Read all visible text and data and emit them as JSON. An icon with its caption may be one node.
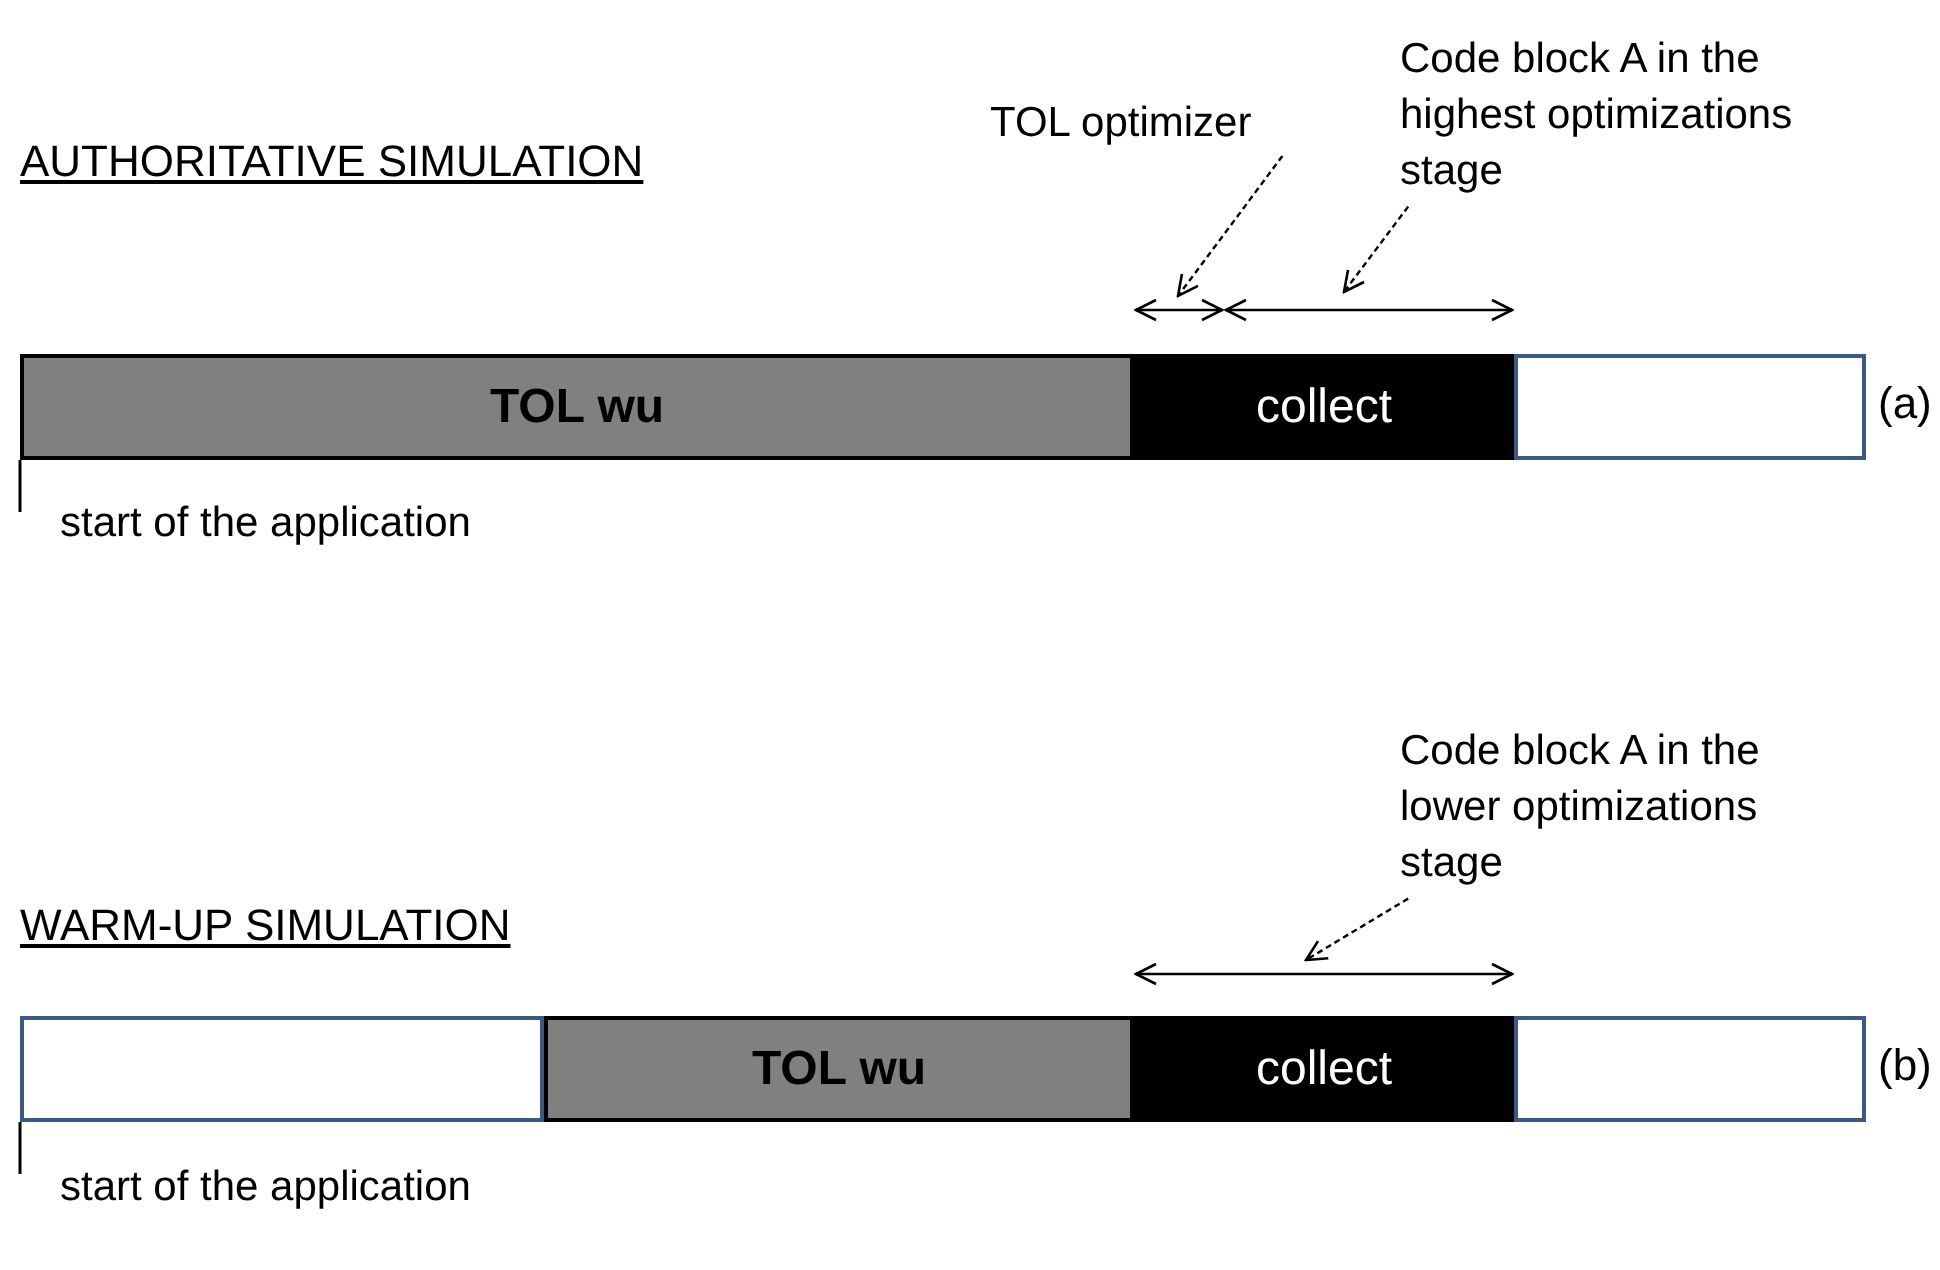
{
  "diagram": {
    "nodes": [
      {
        "text": [
          "TOL wu"
        ]
      },
      {
        "text": [
          "collect"
        ]
      },
      {
        "text": [],
        "shape": "box",
        "beside": [
          "(a)"
        ]
      },
      {
        "text": [
          "TOL optimizer"
        ]
      },
      {
        "text": [
          "Code block A in the highest optimizations stage"
        ]
      },
      {
        "text": [],
        "shape": "box"
      },
      {
        "text": [
          "TOL wu"
        ]
      },
      {
        "text": [
          "collect"
        ]
      },
      {
        "text": [],
        "shape": "box",
        "beside": [
          "(b)"
        ]
      },
      {
        "text": [
          "Code block A in the lower optimizations stage"
        ]
      }
    ],
    "edges": [
      {
        "from": 3,
        "to": null,
        "arrow": "to",
        "style": "dashed"
      },
      {
        "from": 4,
        "to": null,
        "arrow": "to",
        "style": "dashed"
      },
      {
        "from": 9,
        "to": null,
        "arrow": "to",
        "style": "dashed"
      }
    ],
    "labels": [
      "AUTHORITATIVE SIMULATION",
      "start of the application",
      "WARM-UP SIMULATION",
      "start of the application"
    ]
  }
}
